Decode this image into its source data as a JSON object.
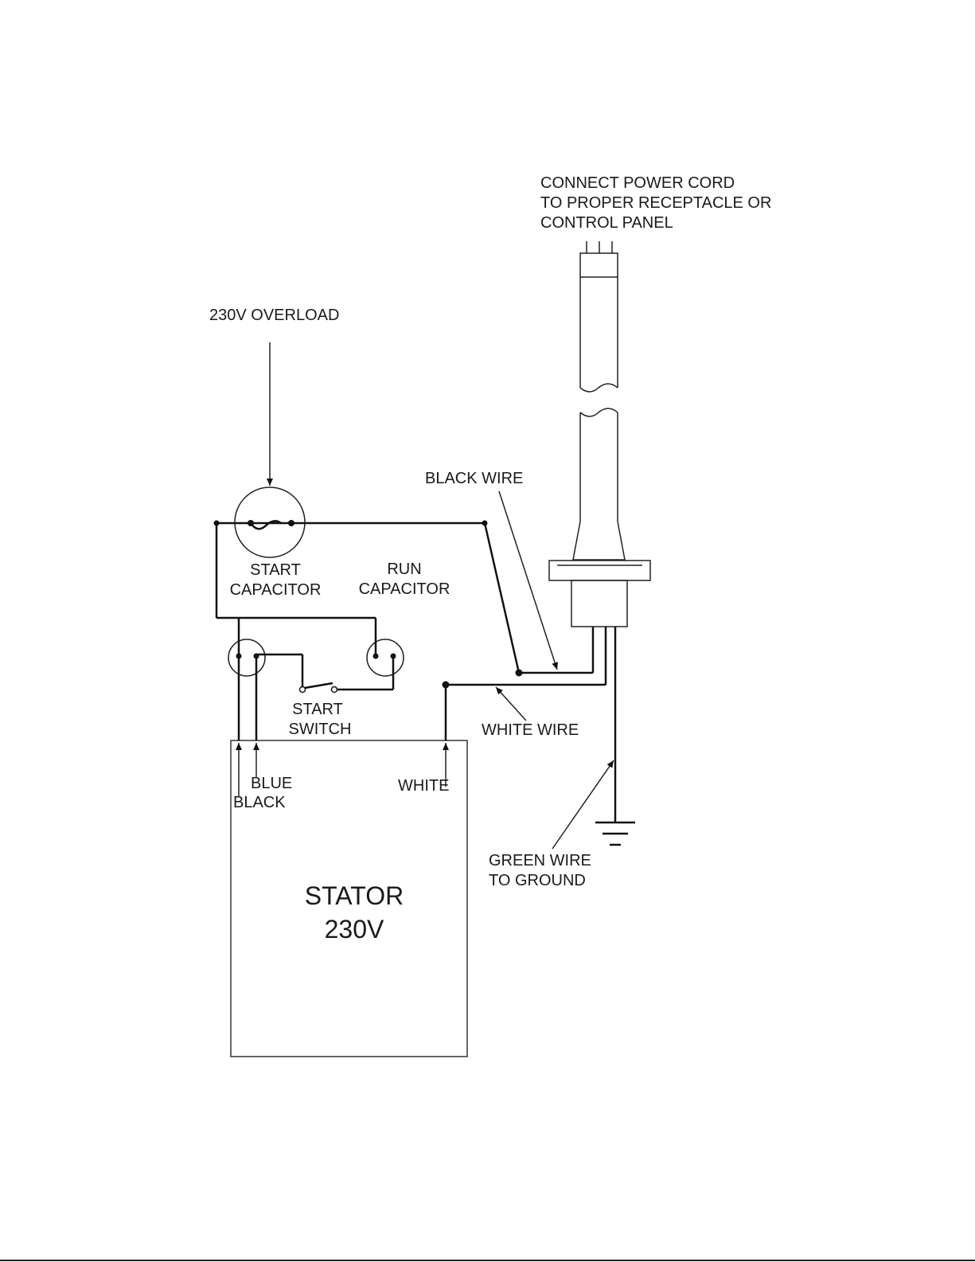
{
  "labels": {
    "power_cord": [
      "CONNECT POWER CORD",
      "TO PROPER RECEPTACLE OR",
      "CONTROL PANEL"
    ],
    "overload": "230V OVERLOAD",
    "start_capacitor": [
      "START",
      "CAPACITOR"
    ],
    "run_capacitor": [
      "RUN",
      "CAPACITOR"
    ],
    "black_wire": "BLACK WIRE",
    "white_wire": "WHITE WIRE",
    "start_switch": [
      "START",
      "SWITCH"
    ],
    "blue": "BLUE",
    "black": "BLACK",
    "white": "WHITE",
    "green_wire": [
      "GREEN WIRE",
      "TO GROUND"
    ],
    "stator": [
      "STATOR",
      "230V"
    ]
  }
}
